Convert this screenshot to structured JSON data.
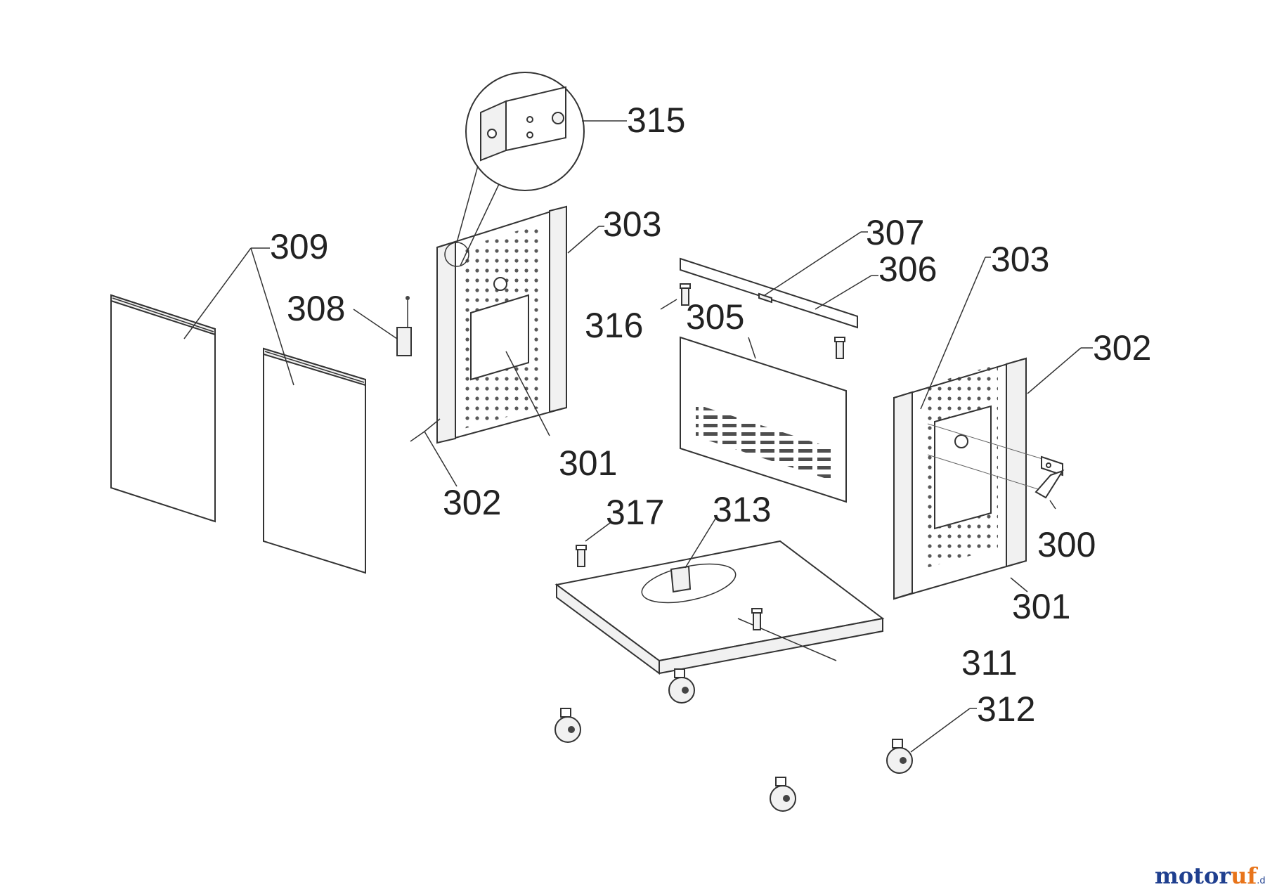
{
  "labels": {
    "l300": "300",
    "l301a": "301",
    "l301b": "301",
    "l302a": "302",
    "l302b": "302",
    "l303a": "303",
    "l303b": "303",
    "l305": "305",
    "l306": "306",
    "l307": "307",
    "l308": "308",
    "l309": "309",
    "l311": "311",
    "l312": "312",
    "l313": "313",
    "l315": "315",
    "l316": "316",
    "l317": "317"
  },
  "watermark": {
    "motor": "motor",
    "uf": "uf",
    "domain": ".de"
  },
  "colors": {
    "watermark_blue": "#1f3f8f",
    "watermark_orange": "#e8741a"
  }
}
